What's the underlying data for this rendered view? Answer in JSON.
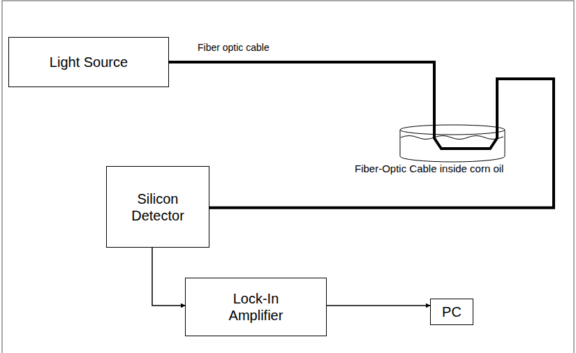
{
  "diagram": {
    "nodes": [
      {
        "text": [
          "Light Source"
        ]
      },
      {
        "text": [
          "Silicon Detector"
        ]
      },
      {
        "text": [
          "Lock-In Amplifier"
        ]
      },
      {
        "text": [
          "PC"
        ]
      }
    ],
    "edges": [
      {
        "from": 0,
        "to": 1,
        "arrow": "none"
      },
      {
        "from": 1,
        "to": 2,
        "arrow": "to"
      },
      {
        "from": 2,
        "to": 3,
        "arrow": "to"
      }
    ],
    "labels": [
      "Fiber optic cable",
      "Fiber-Optic Cable inside corn oil"
    ]
  }
}
